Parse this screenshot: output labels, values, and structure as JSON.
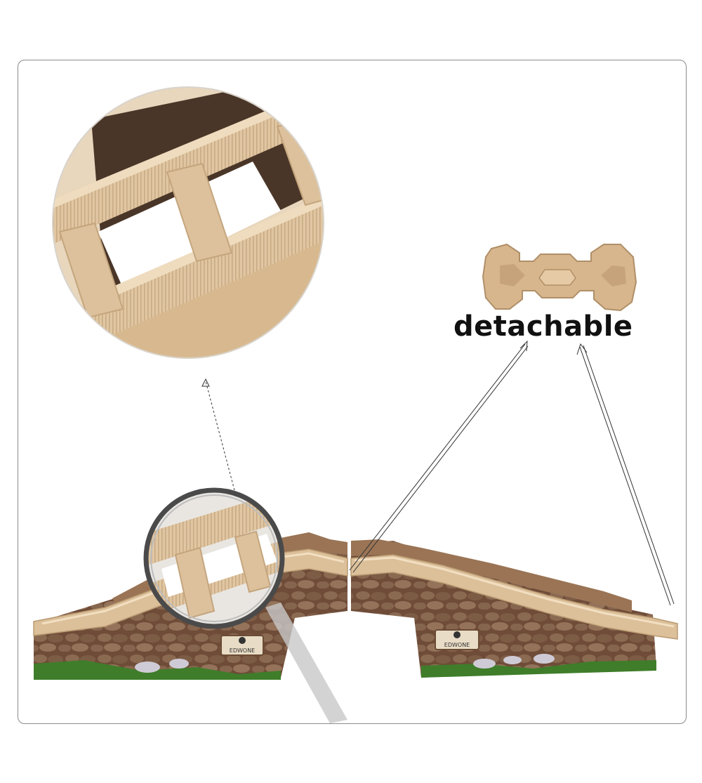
{
  "product": {
    "caption": "detachable",
    "sign_left": "EDWONE",
    "sign_right": "EDWONE"
  },
  "colors": {
    "track": "#dcc09a",
    "track_dark": "#b99a72",
    "stone": "#7d5a44",
    "grass": "#3f7d2a",
    "frame": "#8a8a8a"
  }
}
